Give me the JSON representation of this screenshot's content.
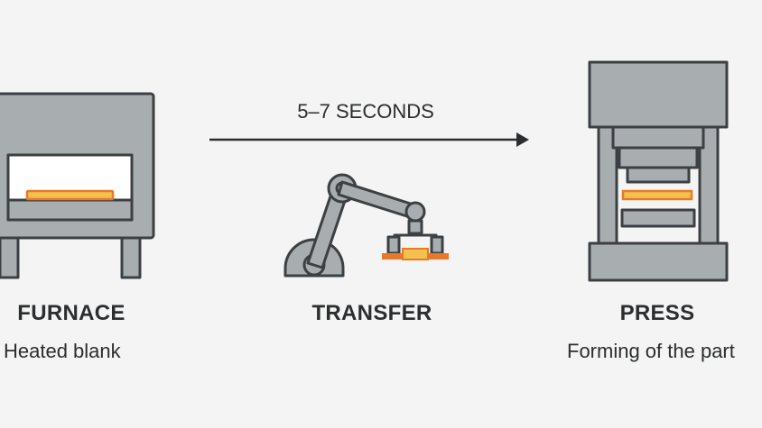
{
  "arrow": {
    "label": "5–7 SECONDS"
  },
  "stages": [
    {
      "title": "FURNACE",
      "subtitle": "Heated blank"
    },
    {
      "title": "TRANSFER",
      "subtitle": ""
    },
    {
      "title": "PRESS",
      "subtitle": "Forming of the part"
    }
  ],
  "colors": {
    "machine_fill": "#a8adb0",
    "outline": "#3d4043",
    "hot_blank": "#f2c14e",
    "hot_blank_edge": "#e8792b",
    "background": "#f3f4f3"
  }
}
